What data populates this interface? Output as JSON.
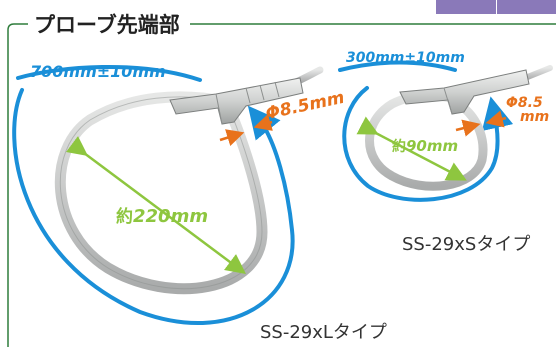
{
  "header": {
    "title": "プローブ先端部"
  },
  "tabs": [
    {
      "name": "tab-1"
    },
    {
      "name": "tab-2"
    }
  ],
  "probe_large": {
    "cable_length": "700mm±10mm",
    "diameter": "Φ8.5mm",
    "loop_prefix": "約",
    "loop_size": "220mm",
    "model": "SS-29xLタイプ"
  },
  "probe_small": {
    "cable_length": "300mm±10mm",
    "diameter_1": "Φ8.5",
    "diameter_2": "mm",
    "loop_prefix": "約",
    "loop_size": "90mm",
    "model": "SS-29xSタイプ"
  },
  "colors": {
    "accent_purple": "#8a79b9",
    "dimension_blue": "#1a8fd8",
    "dimension_orange": "#e8721c",
    "dimension_green": "#8ec63f",
    "frame_green": "#2f7d3c",
    "cable_gray": "#c9cbca"
  }
}
